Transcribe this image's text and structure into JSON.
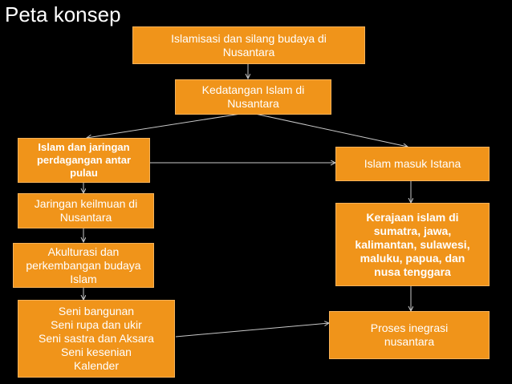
{
  "title": "Peta konsep",
  "nodes": {
    "islamisasi": "Islamisasi dan silang budaya di\nNusantara",
    "kedatangan": "Kedatangan Islam di\nNusantara",
    "jaringan_perdagangan": "Islam dan jaringan\nperdagangan antar\npulau",
    "masuk_istana": "Islam masuk Istana",
    "keilmuan": "Jaringan keilmuan di\nNusantara",
    "kerajaan": "Kerajaan islam di\nsumatra, jawa,\nkalimantan, sulawesi,\nmaluku, papua, dan\nnusa tenggara",
    "akulturasi": "Akulturasi dan\nperkembangan budaya\nIslam",
    "seni": "Seni bangunan\nSeni rupa dan ukir\nSeni sastra dan Aksara\nSeni kesenian\nKalender",
    "proses": "Proses inegrasi\nnusantara"
  },
  "colors": {
    "box_fill": "#f0941a",
    "box_border": "#f5b25a",
    "text": "#ffffff",
    "line": "#c8c8c8",
    "background": "#000000"
  }
}
